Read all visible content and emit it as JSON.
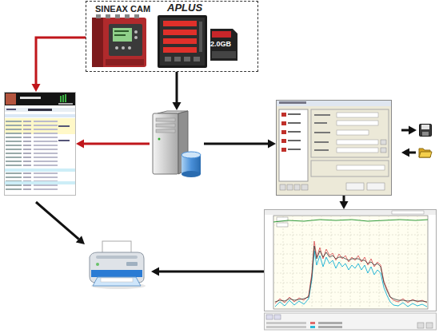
{
  "diagram": {
    "nodes": [
      {
        "text": [
          "SINEAX CAM",
          "APLUS"
        ]
      },
      {
        "text": []
      },
      {
        "text": []
      },
      {
        "text": []
      },
      {
        "text": []
      },
      {
        "text": []
      },
      {
        "text": []
      },
      {
        "text": []
      }
    ],
    "edges": [
      {
        "from": 0,
        "to": 1,
        "arrow": "to"
      },
      {
        "from": 0,
        "to": 2,
        "arrow": "to"
      },
      {
        "from": 2,
        "to": 1,
        "arrow": "to"
      },
      {
        "from": 2,
        "to": 3,
        "arrow": "to"
      },
      {
        "from": 3,
        "to": 4,
        "arrow": "to"
      },
      {
        "from": 5,
        "to": 3,
        "arrow": "to"
      },
      {
        "from": 3,
        "to": 6,
        "arrow": "to"
      },
      {
        "from": 6,
        "to": 7,
        "arrow": "to"
      },
      {
        "from": 1,
        "to": 7,
        "arrow": "to"
      }
    ],
    "labels": [
      "2.0GB"
    ]
  }
}
